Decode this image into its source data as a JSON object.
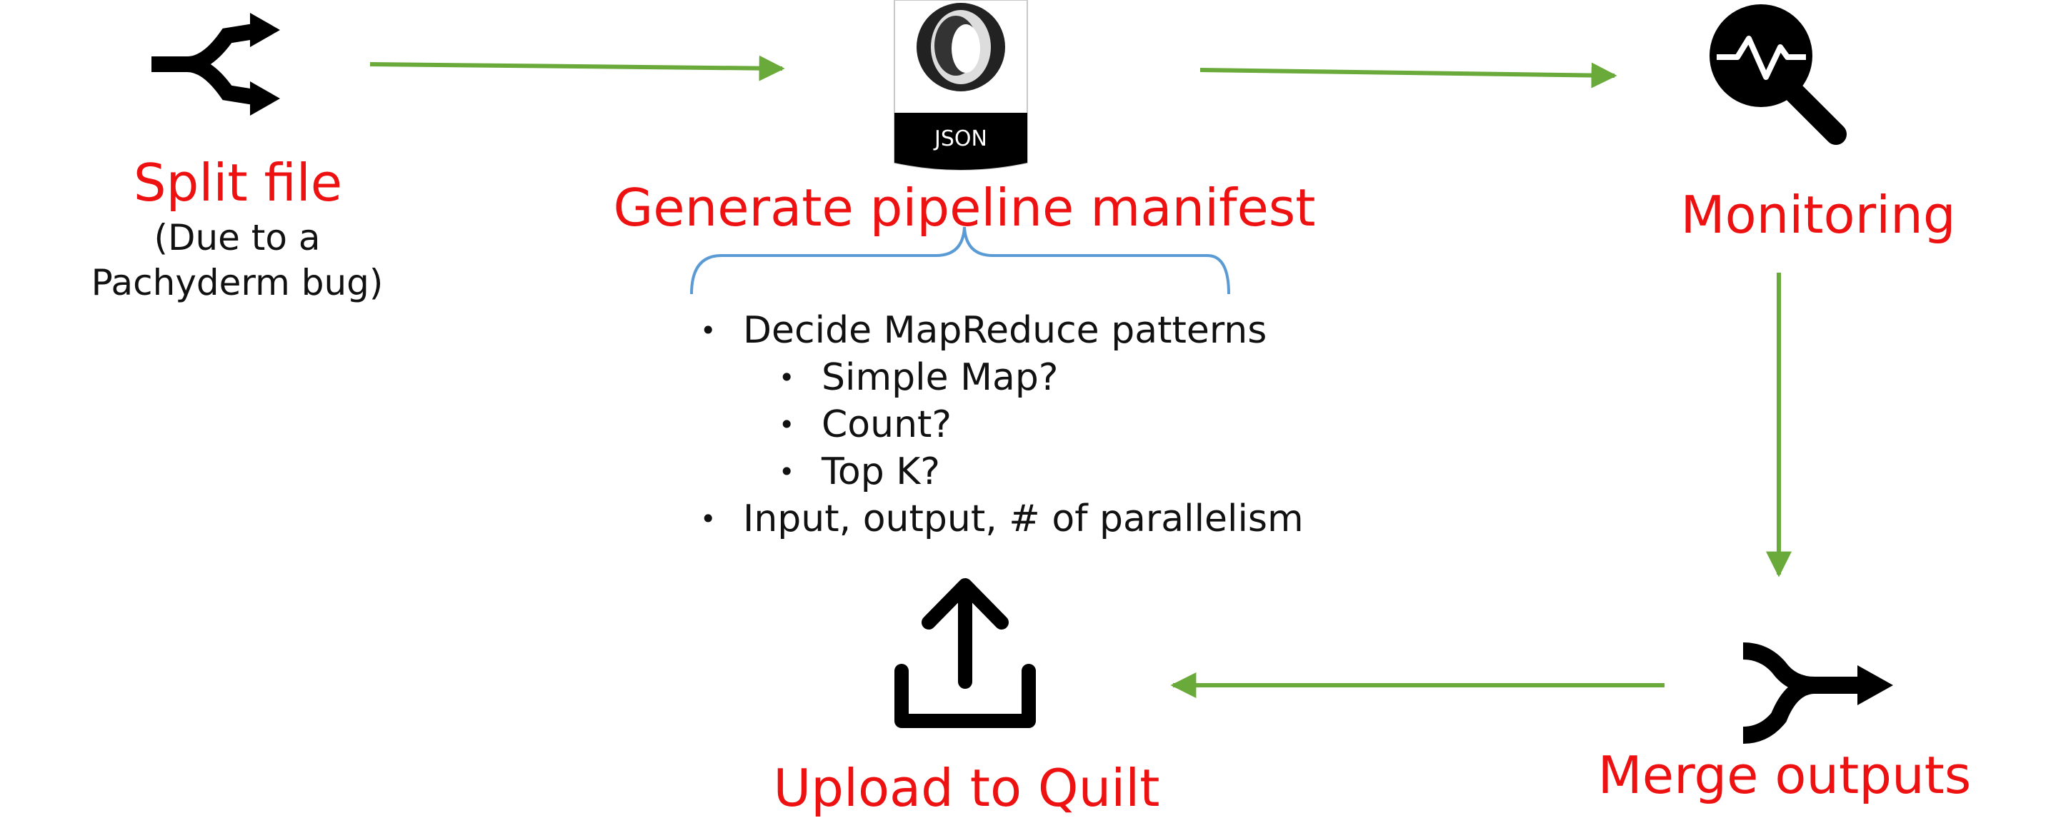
{
  "steps": {
    "split": {
      "label": "Split file",
      "note_line1": "(Due to a",
      "note_line2": "Pachyderm bug)",
      "icon": "split-arrows-icon"
    },
    "manifest": {
      "label": "Generate pipeline manifest",
      "icon": "json-file-icon",
      "icon_text": "JSON"
    },
    "monitoring": {
      "label": "Monitoring",
      "icon": "magnifier-pulse-icon"
    },
    "merge": {
      "label": "Merge outputs",
      "icon": "merge-arrows-icon"
    },
    "upload": {
      "label": "Upload to Quilt",
      "icon": "upload-icon"
    }
  },
  "details": {
    "item1": "Decide MapReduce patterns",
    "sub1": "Simple Map?",
    "sub2": "Count?",
    "sub3": "Top K?",
    "item2": "Input, output, # of parallelism",
    "bullet": "•"
  },
  "colors": {
    "label": "#ee1111",
    "arrow": "#6aaa3a",
    "brace": "#5b9bd5",
    "icon": "#000000"
  }
}
